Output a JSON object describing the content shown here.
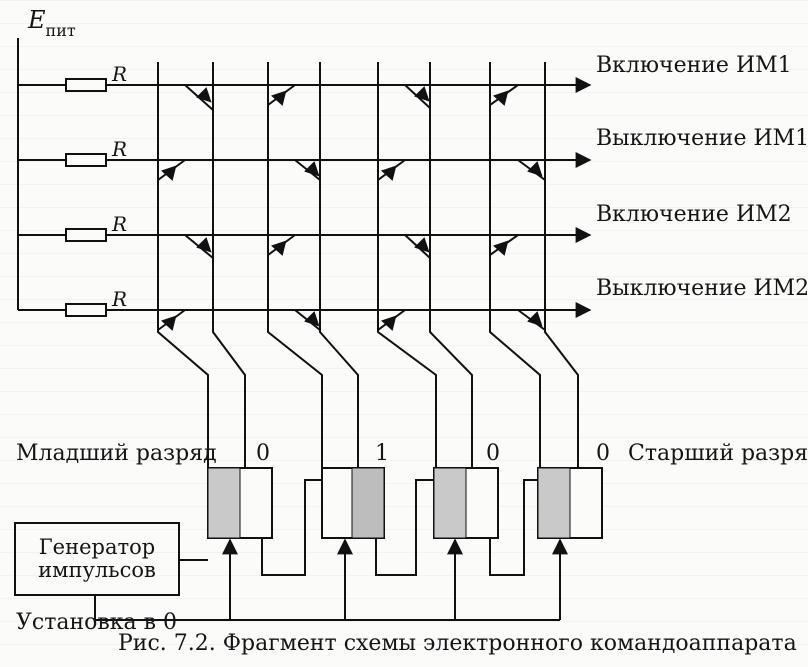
{
  "power": {
    "symbol": "E",
    "subscript": "пит"
  },
  "resistors": {
    "label": "R"
  },
  "outputs": [
    {
      "label": "Включение ИМ1"
    },
    {
      "label": "Выключение ИМ1"
    },
    {
      "label": "Включение ИМ2"
    },
    {
      "label": "Выключение ИМ2"
    }
  ],
  "register": {
    "low_label": "Младший разряд",
    "high_label": "Старший разряд",
    "bits": [
      "0",
      "1",
      "0",
      "0"
    ]
  },
  "generator": {
    "line1": "Генератор",
    "line2": "импульсов"
  },
  "reset_label": "Установка в 0",
  "caption": "Рис. 7.2. Фрагмент схемы электронного командоаппарата"
}
